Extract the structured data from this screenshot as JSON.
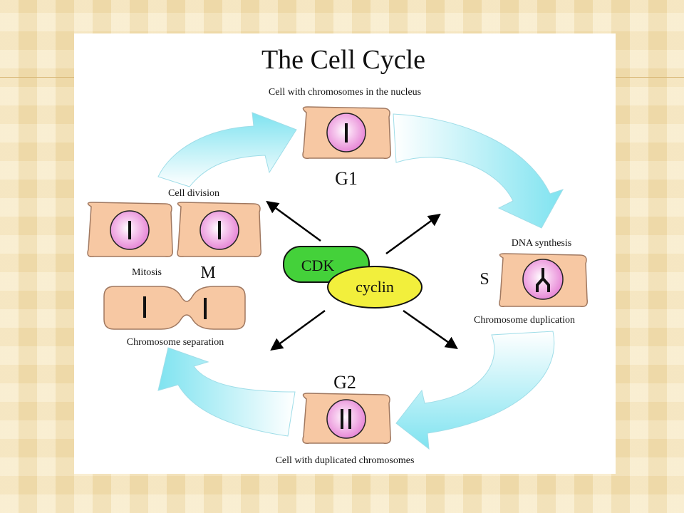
{
  "diagram": {
    "title": "The Cell Cycle",
    "phases": {
      "g1": {
        "label": "G1",
        "caption": "Cell with chromosomes in the nucleus"
      },
      "s": {
        "label": "S",
        "caption_top": "DNA synthesis",
        "caption_bottom": "Chromosome duplication"
      },
      "g2": {
        "label": "G2",
        "caption": "Cell with duplicated chromosomes"
      },
      "m": {
        "label": "M",
        "caption_top": "Cell division",
        "caption_mitosis": "Mitosis",
        "caption_bottom": "Chromosome separation"
      }
    },
    "center": {
      "cdk": "CDK",
      "cyclin": "cyclin"
    },
    "colors": {
      "cell_fill": "#f7c8a3",
      "nucleus_fill": "#f2a9e4",
      "cdk": "#44d13a",
      "cyclin": "#f2ef3c",
      "cycle_arrow": "#8ee8f2",
      "background": "#f6e5b8"
    }
  }
}
